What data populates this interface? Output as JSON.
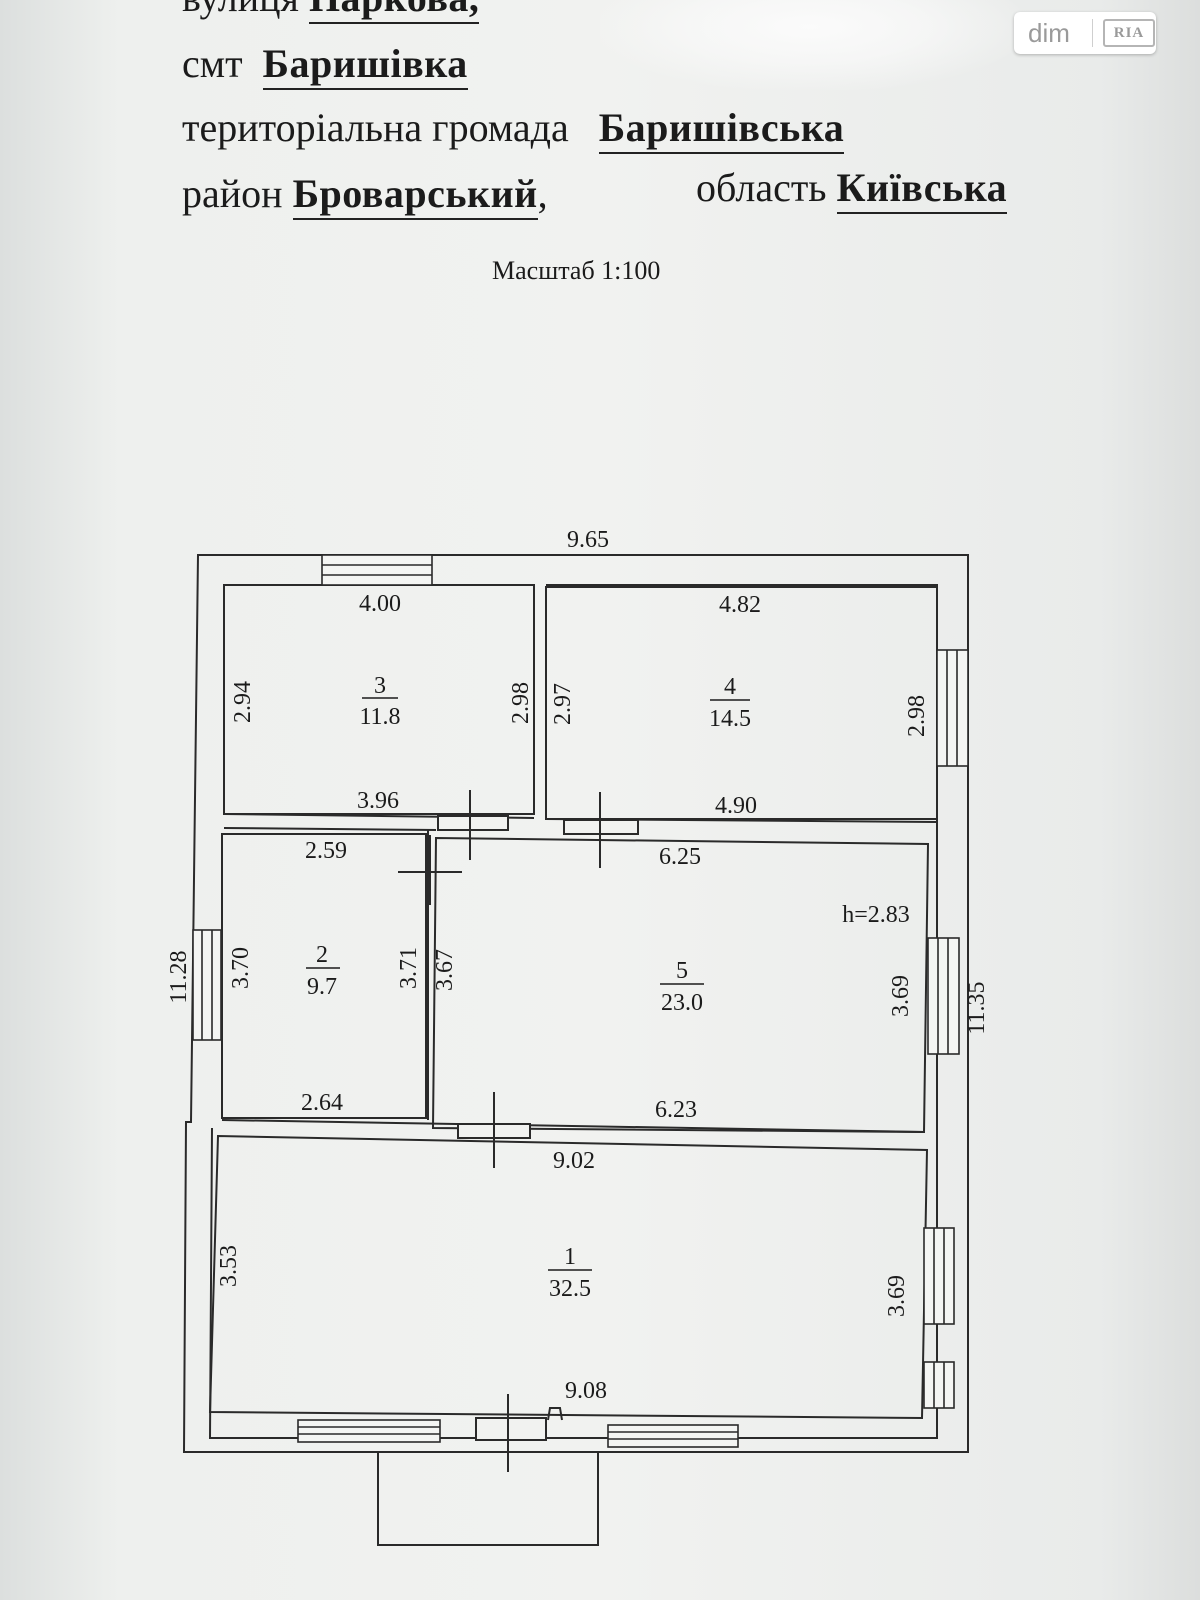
{
  "watermark": {
    "brand": "dim",
    "badge": "RIA"
  },
  "address": {
    "street_label": "вулиця",
    "street": "Паркова,",
    "settlement_label": "смт",
    "settlement": "Баришівка",
    "community_label": "територіальна громада",
    "community": "Баришівська",
    "district_label": "район",
    "district": "Броварський",
    "district_suffix": ",",
    "region_label": "область",
    "region": "Київська"
  },
  "scale": "Масштаб 1:100",
  "plan": {
    "height_label": "h=2.83",
    "overall": {
      "top": "9.65",
      "left": "11.28",
      "right": "11.35"
    },
    "rooms": [
      {
        "number": "1",
        "area": "32.5",
        "dims": [
          "9.02",
          "9.08",
          "3.53",
          "3.69"
        ]
      },
      {
        "number": "2",
        "area": "9.7",
        "dims": [
          "2.59",
          "2.64",
          "3.70",
          "3.71"
        ]
      },
      {
        "number": "3",
        "area": "11.8",
        "dims": [
          "4.00",
          "3.96",
          "2.94",
          "2.98"
        ]
      },
      {
        "number": "4",
        "area": "14.5",
        "dims": [
          "4.82",
          "4.90",
          "2.97",
          "2.98"
        ]
      },
      {
        "number": "5",
        "area": "23.0",
        "dims": [
          "6.25",
          "6.23",
          "3.67",
          "3.69"
        ]
      }
    ]
  }
}
